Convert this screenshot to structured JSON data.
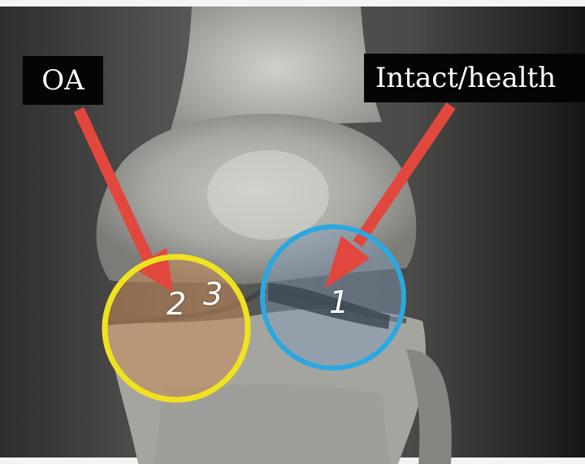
{
  "labels": {
    "oa": "OA",
    "intact": "Intact/health"
  },
  "markers": {
    "one": "1",
    "two": "2",
    "three": "3"
  },
  "colors": {
    "oa_circle": "#f0e21e",
    "healthy_circle": "#2aa8e0",
    "arrow": "#e2473e",
    "oa_tint": "#c98a57",
    "healthy_tint": "#7f9bb8",
    "label_background": "#050505"
  }
}
